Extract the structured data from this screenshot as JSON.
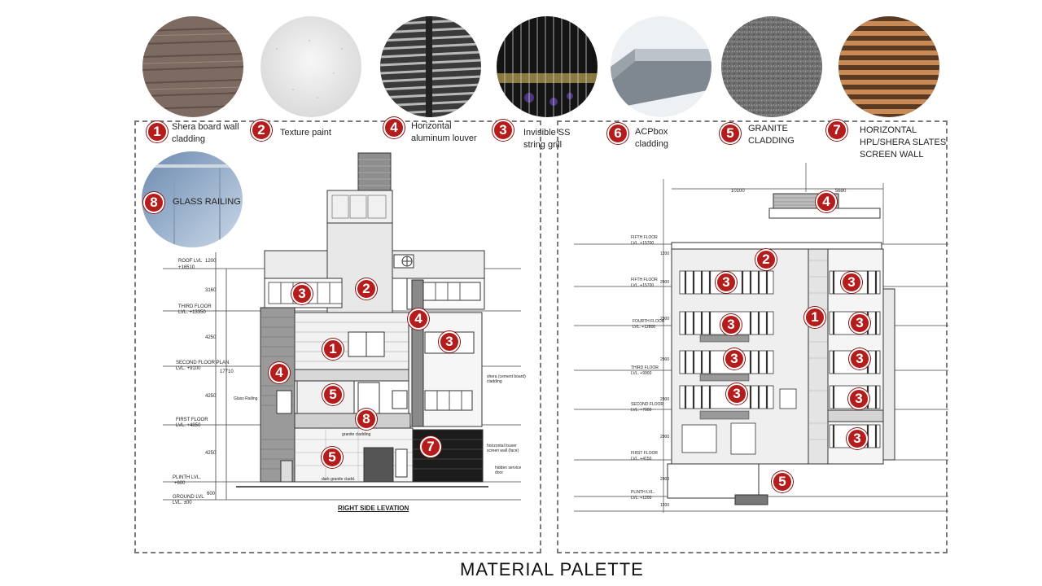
{
  "title": "MATERIAL  PALETTE",
  "accent_color": "#b51d1d",
  "materials": [
    {
      "num": "1",
      "label": "Shera board wall\ncladding"
    },
    {
      "num": "2",
      "label": "Texture paint"
    },
    {
      "num": "4",
      "label": "Horizontal\naluminum louver"
    },
    {
      "num": "3",
      "label": "Invisible SS\nstring grill"
    },
    {
      "num": "6",
      "label": "ACPbox\ncladding"
    },
    {
      "num": "5",
      "label": "GRANITE\nCLADDING"
    },
    {
      "num": "7",
      "label": "HORIZONTAL\nHPL/SHERA SLATES\nSCREEN WALL"
    },
    {
      "num": "8",
      "label": "GLASS RAILING"
    }
  ],
  "left_elevation": {
    "title": "RIGHT SIDE LEVATION",
    "levels": [
      {
        "name": "ROOF LVL",
        "value": "+16510"
      },
      {
        "name": "THIRD FLOOR",
        "value": "LVL. +13350"
      },
      {
        "name": "SECOND FLOOR PLAN",
        "value": "LVL. +9100"
      },
      {
        "name": "FIRST FLOOR",
        "value": "LVL. +4850"
      },
      {
        "name": "PLINTH LVL.",
        "value": "+600"
      },
      {
        "name": "GROUND LVL",
        "value": "LVL. ±00"
      }
    ],
    "dims": [
      "1200",
      "3160",
      "4250",
      "4250",
      "4250",
      "600",
      "17710"
    ],
    "notes": [
      "shera (cement board) cladding",
      "horizontal louver screen wall (face)",
      "hidden service door",
      "Glass Railing",
      "granite cladding",
      "dark granite cladd."
    ],
    "markers": [
      "3",
      "2",
      "4",
      "1",
      "3",
      "4",
      "5",
      "8",
      "5",
      "7"
    ]
  },
  "right_elevation": {
    "dims_top": [
      "10100",
      "5690"
    ],
    "levels": [
      {
        "name": "FIFTH FLOOR",
        "value": "LVL. +15700"
      },
      {
        "name": "FIFTH FLOOR",
        "value": "LVL. +15700"
      },
      {
        "name": "FOURTH FLOOR",
        "value": "LVL. +12800"
      },
      {
        "name": "THIRD FLOOR",
        "value": "LVL. +9900"
      },
      {
        "name": "SECOND FLOOR",
        "value": "LVL. +7000"
      },
      {
        "name": "FIRST FLOOR",
        "value": "LVL. +4150"
      },
      {
        "name": "PLINTH LVL.",
        "value": "LVL. +1200"
      }
    ],
    "dims": [
      "1200",
      "2900",
      "2900",
      "2900",
      "2900",
      "2900",
      "2900",
      "1200"
    ],
    "markers": [
      "4",
      "2",
      "3",
      "3",
      "1",
      "3",
      "3",
      "3",
      "3",
      "3",
      "3",
      "3",
      "3",
      "5"
    ]
  }
}
